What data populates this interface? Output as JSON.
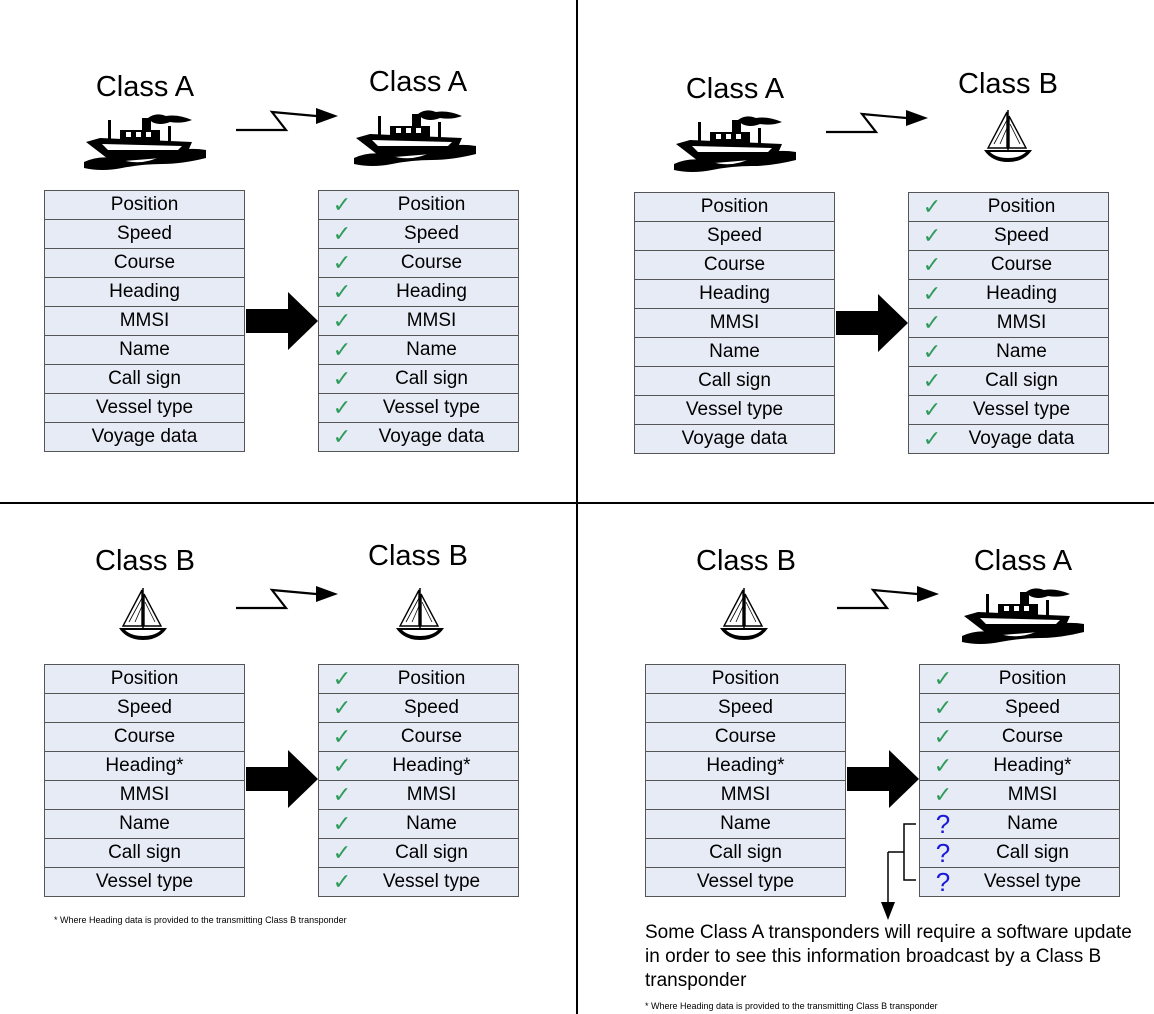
{
  "check_mark": "✓",
  "question_mark": "?",
  "colors": {
    "check": "#2e9b5b",
    "question": "#1a1ad6",
    "row_bg": "#e6ebf5",
    "border": "#555555"
  },
  "panels": [
    {
      "sender": "Class A",
      "sender_icon": "steamship-icon",
      "receiver": "Class A",
      "receiver_icon": "steamship-icon",
      "sent_fields": [
        "Position",
        "Speed",
        "Course",
        "Heading",
        "MMSI",
        "Name",
        "Call sign",
        "Vessel type",
        "Voyage data"
      ],
      "received_fields": [
        {
          "label": "Position",
          "mark": "check"
        },
        {
          "label": "Speed",
          "mark": "check"
        },
        {
          "label": "Course",
          "mark": "check"
        },
        {
          "label": "Heading",
          "mark": "check"
        },
        {
          "label": "MMSI",
          "mark": "check"
        },
        {
          "label": "Name",
          "mark": "check"
        },
        {
          "label": "Call sign",
          "mark": "check"
        },
        {
          "label": "Vessel type",
          "mark": "check"
        },
        {
          "label": "Voyage data",
          "mark": "check"
        }
      ]
    },
    {
      "sender": "Class A",
      "sender_icon": "steamship-icon",
      "receiver": "Class B",
      "receiver_icon": "sailboat-icon",
      "sent_fields": [
        "Position",
        "Speed",
        "Course",
        "Heading",
        "MMSI",
        "Name",
        "Call sign",
        "Vessel type",
        "Voyage data"
      ],
      "received_fields": [
        {
          "label": "Position",
          "mark": "check"
        },
        {
          "label": "Speed",
          "mark": "check"
        },
        {
          "label": "Course",
          "mark": "check"
        },
        {
          "label": "Heading",
          "mark": "check"
        },
        {
          "label": "MMSI",
          "mark": "check"
        },
        {
          "label": "Name",
          "mark": "check"
        },
        {
          "label": "Call sign",
          "mark": "check"
        },
        {
          "label": "Vessel type",
          "mark": "check"
        },
        {
          "label": "Voyage data",
          "mark": "check"
        }
      ]
    },
    {
      "sender": "Class B",
      "sender_icon": "sailboat-icon",
      "receiver": "Class B",
      "receiver_icon": "sailboat-icon",
      "sent_fields": [
        "Position",
        "Speed",
        "Course",
        "Heading*",
        "MMSI",
        "Name",
        "Call sign",
        "Vessel type"
      ],
      "received_fields": [
        {
          "label": "Position",
          "mark": "check"
        },
        {
          "label": "Speed",
          "mark": "check"
        },
        {
          "label": "Course",
          "mark": "check"
        },
        {
          "label": "Heading*",
          "mark": "check"
        },
        {
          "label": "MMSI",
          "mark": "check"
        },
        {
          "label": "Name",
          "mark": "check"
        },
        {
          "label": "Call sign",
          "mark": "check"
        },
        {
          "label": "Vessel type",
          "mark": "check"
        }
      ],
      "footnote": "* Where Heading data is provided to the transmitting Class B transponder"
    },
    {
      "sender": "Class B",
      "sender_icon": "sailboat-icon",
      "receiver": "Class A",
      "receiver_icon": "steamship-icon",
      "sent_fields": [
        "Position",
        "Speed",
        "Course",
        "Heading*",
        "MMSI",
        "Name",
        "Call sign",
        "Vessel type"
      ],
      "received_fields": [
        {
          "label": "Position",
          "mark": "check"
        },
        {
          "label": "Speed",
          "mark": "check"
        },
        {
          "label": "Course",
          "mark": "check"
        },
        {
          "label": "Heading*",
          "mark": "check"
        },
        {
          "label": "MMSI",
          "mark": "check"
        },
        {
          "label": "Name",
          "mark": "question"
        },
        {
          "label": "Call sign",
          "mark": "question"
        },
        {
          "label": "Vessel type",
          "mark": "question"
        }
      ],
      "note": "Some Class A transponders will require a software update in order to see this information broadcast by a Class B transponder",
      "footnote": "* Where Heading data is provided to the transmitting Class B transponder"
    }
  ]
}
